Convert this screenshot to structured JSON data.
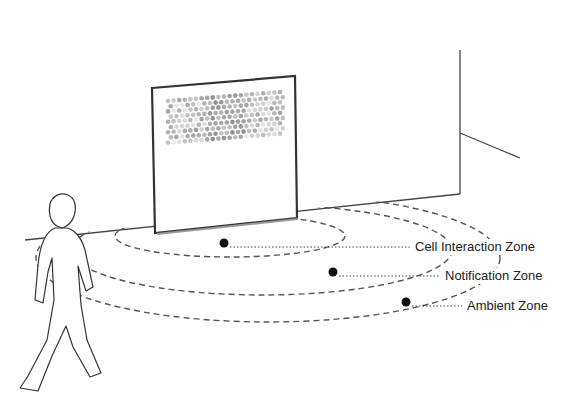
{
  "diagram": {
    "labels": [
      "Cell Interaction Zone",
      "Notification Zone",
      "Ambient Zone"
    ]
  }
}
